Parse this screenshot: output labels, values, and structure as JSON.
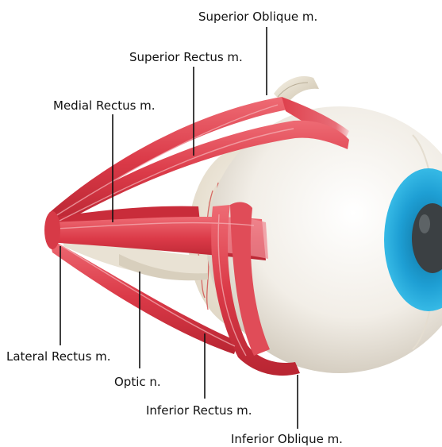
{
  "labels": {
    "superior_oblique": "Superior Oblique m.",
    "superior_rectus": "Superior Rectus m.",
    "medial_rectus": "Medial Rectus m.",
    "lateral_rectus": "Lateral Rectus m.",
    "optic_nerve": "Optic n.",
    "inferior_rectus": "Inferior Rectus m.",
    "inferior_oblique": "Inferior Oblique m."
  },
  "colors": {
    "muscle": "#e0424f",
    "muscle_highlight": "#f4a3a9",
    "muscle_shadow": "#b3232f",
    "sclera": "#f3f0ea",
    "sclera_shadow": "#d9d3c8",
    "iris": "#22a9dc",
    "pupil": "#3b4043",
    "tendon": "#ece4d4"
  }
}
